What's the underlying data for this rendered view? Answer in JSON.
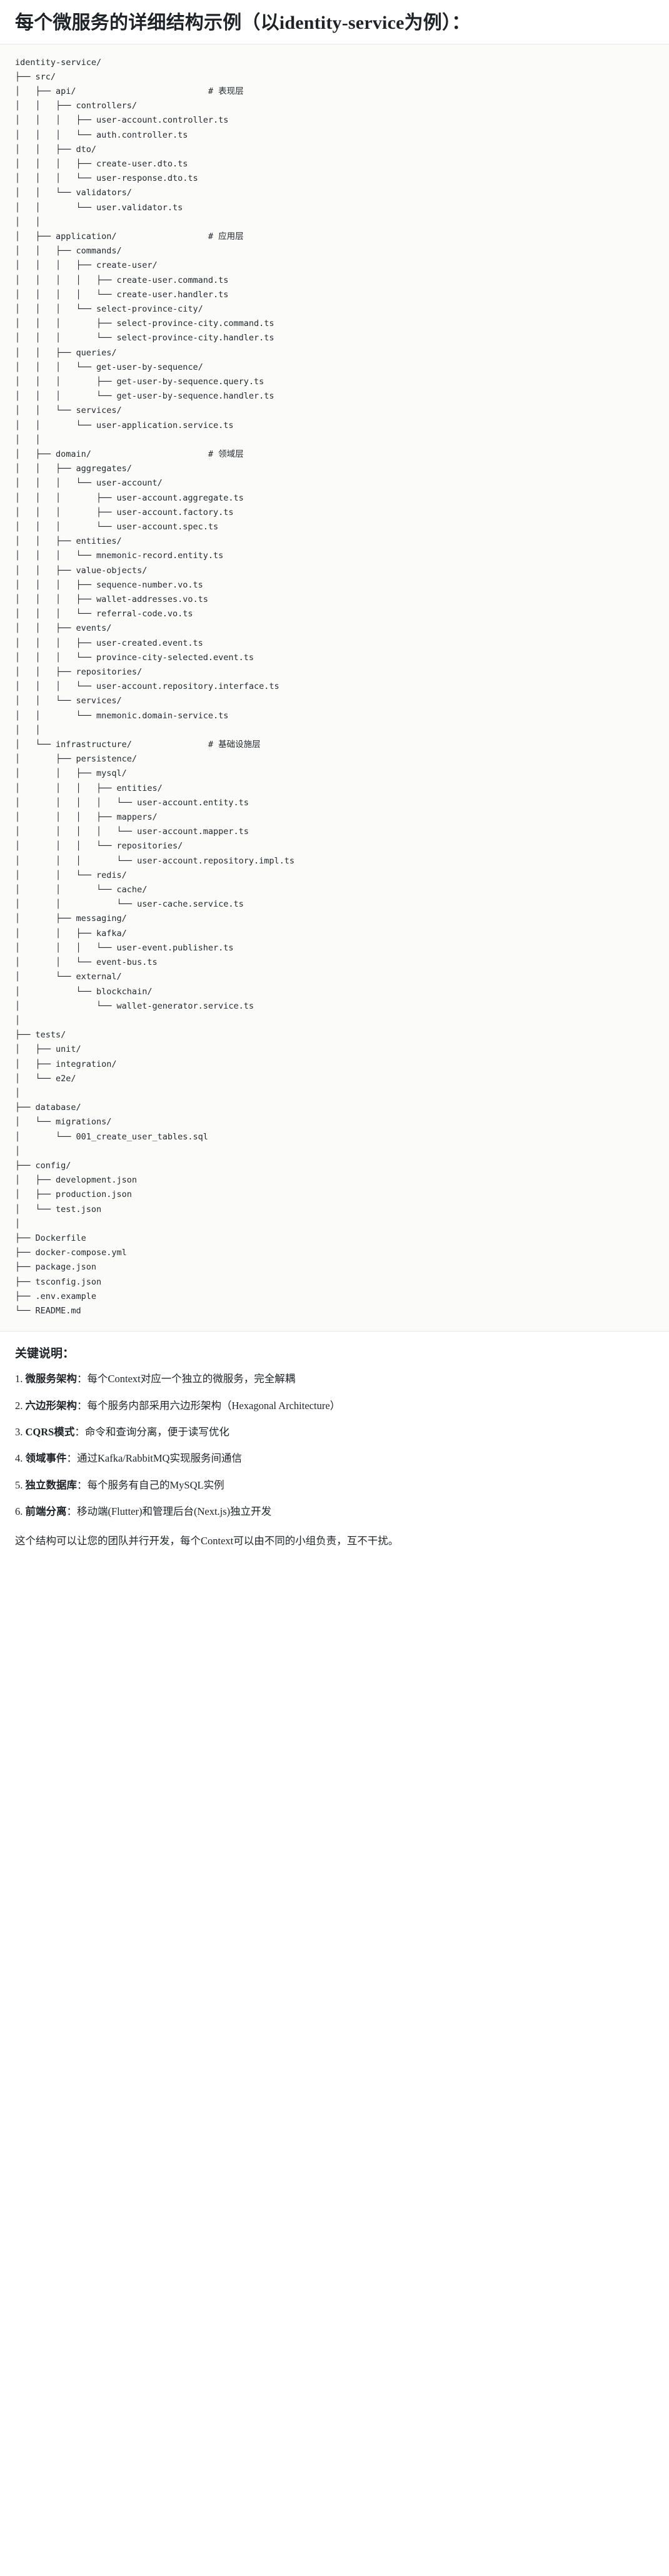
{
  "heading": "每个微服务的详细结构示例（以identity-service为例）：",
  "tree": {
    "root": "identity-service/",
    "lines": [
      "identity-service/",
      "├── src/",
      "│   ├── api/                          # 表现层",
      "│   │   ├── controllers/",
      "│   │   │   ├── user-account.controller.ts",
      "│   │   │   └── auth.controller.ts",
      "│   │   ├── dto/",
      "│   │   │   ├── create-user.dto.ts",
      "│   │   │   └── user-response.dto.ts",
      "│   │   └── validators/",
      "│   │       └── user.validator.ts",
      "│   │",
      "│   ├── application/                  # 应用层",
      "│   │   ├── commands/",
      "│   │   │   ├── create-user/",
      "│   │   │   │   ├── create-user.command.ts",
      "│   │   │   │   └── create-user.handler.ts",
      "│   │   │   └── select-province-city/",
      "│   │   │       ├── select-province-city.command.ts",
      "│   │   │       └── select-province-city.handler.ts",
      "│   │   ├── queries/",
      "│   │   │   └── get-user-by-sequence/",
      "│   │   │       ├── get-user-by-sequence.query.ts",
      "│   │   │       └── get-user-by-sequence.handler.ts",
      "│   │   └── services/",
      "│   │       └── user-application.service.ts",
      "│   │",
      "│   ├── domain/                       # 领域层",
      "│   │   ├── aggregates/",
      "│   │   │   └── user-account/",
      "│   │   │       ├── user-account.aggregate.ts",
      "│   │   │       ├── user-account.factory.ts",
      "│   │   │       └── user-account.spec.ts",
      "│   │   ├── entities/",
      "│   │   │   └── mnemonic-record.entity.ts",
      "│   │   ├── value-objects/",
      "│   │   │   ├── sequence-number.vo.ts",
      "│   │   │   ├── wallet-addresses.vo.ts",
      "│   │   │   └── referral-code.vo.ts",
      "│   │   ├── events/",
      "│   │   │   ├── user-created.event.ts",
      "│   │   │   └── province-city-selected.event.ts",
      "│   │   ├── repositories/",
      "│   │   │   └── user-account.repository.interface.ts",
      "│   │   └── services/",
      "│   │       └── mnemonic.domain-service.ts",
      "│   │",
      "│   └── infrastructure/               # 基础设施层",
      "│       ├── persistence/",
      "│       │   ├── mysql/",
      "│       │   │   ├── entities/",
      "│       │   │   │   └── user-account.entity.ts",
      "│       │   │   ├── mappers/",
      "│       │   │   │   └── user-account.mapper.ts",
      "│       │   │   └── repositories/",
      "│       │   │       └── user-account.repository.impl.ts",
      "│       │   └── redis/",
      "│       │       └── cache/",
      "│       │           └── user-cache.service.ts",
      "│       ├── messaging/",
      "│       │   ├── kafka/",
      "│       │   │   └── user-event.publisher.ts",
      "│       │   └── event-bus.ts",
      "│       └── external/",
      "│           └── blockchain/",
      "│               └── wallet-generator.service.ts",
      "│",
      "├── tests/",
      "│   ├── unit/",
      "│   ├── integration/",
      "│   └── e2e/",
      "│",
      "├── database/",
      "│   └── migrations/",
      "│       └── 001_create_user_tables.sql",
      "│",
      "├── config/",
      "│   ├── development.json",
      "│   ├── production.json",
      "│   └── test.json",
      "│",
      "├── Dockerfile",
      "├── docker-compose.yml",
      "├── package.json",
      "├── tsconfig.json",
      "├── .env.example",
      "└── README.md"
    ],
    "layer_comments": [
      {
        "path": "api/",
        "comment": "# 表现层"
      },
      {
        "path": "application/",
        "comment": "# 应用层"
      },
      {
        "path": "domain/",
        "comment": "# 领域层"
      },
      {
        "path": "infrastructure/",
        "comment": "# 基础设施层"
      }
    ]
  },
  "notes": {
    "title": "关键说明：",
    "items": [
      {
        "term": "微服务架构",
        "text": "：每个Context对应一个独立的微服务，完全解耦"
      },
      {
        "term": "六边形架构",
        "text": "：每个服务内部采用六边形架构（Hexagonal Architecture）"
      },
      {
        "term": "CQRS模式",
        "text": "：命令和查询分离，便于读写优化"
      },
      {
        "term": "领域事件",
        "text": "：通过Kafka/RabbitMQ实现服务间通信"
      },
      {
        "term": "独立数据库",
        "text": "：每个服务有自己的MySQL实例"
      },
      {
        "term": "前端分离",
        "text": "：移动端(Flutter)和管理后台(Next.js)独立开发"
      }
    ],
    "closing": "这个结构可以让您的团队并行开发，每个Context可以由不同的小组负责，互不干扰。"
  },
  "colors": {
    "page_bg": "#ffffff",
    "code_bg": "#fbfbf9",
    "text": "#1f2328",
    "code_text": "#24292f",
    "divider": "#e3e5e8"
  }
}
